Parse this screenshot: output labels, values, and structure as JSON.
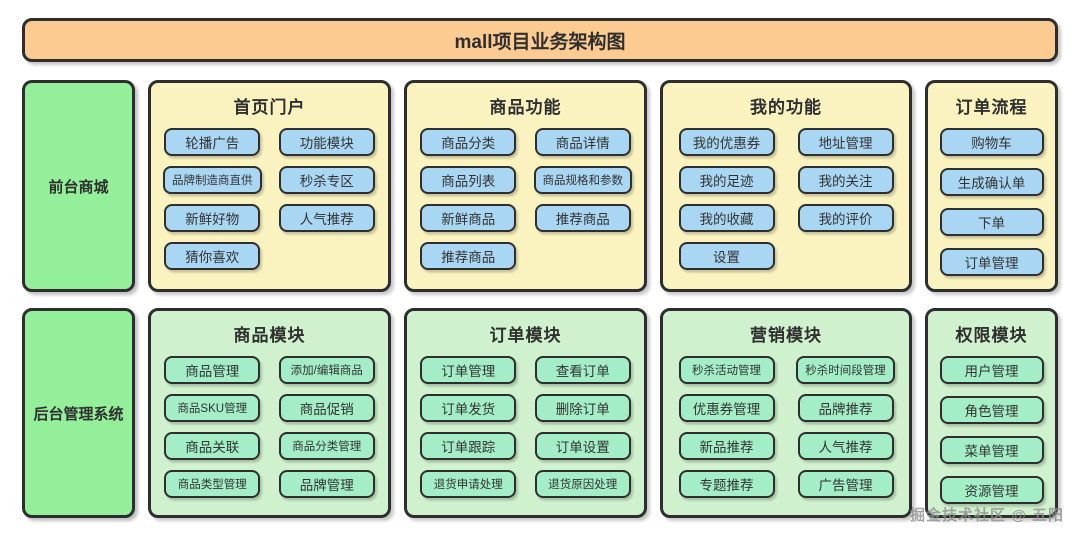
{
  "title": "mall项目业务架构图",
  "watermark": "掘金技术社区 @ 五阳",
  "colors": {
    "banner-bg": "#fbcb92",
    "front-section-bg": "#faf3c0",
    "front-node-bg": "#a9d6f2",
    "front-label-bg": "#94ef9b",
    "back-section-bg": "#cff1cd",
    "back-node-bg": "#a3eec6",
    "border": "#2e2e2e",
    "text": "#3a3a3a",
    "watermark": "#8f8f8f"
  },
  "rows": [
    {
      "label": "前台商城",
      "theme": "front",
      "sections": [
        {
          "title": "首页门户",
          "columns": [
            [
              "轮播广告",
              "品牌制造商直供",
              "新鲜好物",
              "猜你喜欢"
            ],
            [
              "功能模块",
              "秒杀专区",
              "人气推荐"
            ]
          ]
        },
        {
          "title": "商品功能",
          "columns": [
            [
              "商品分类",
              "商品列表",
              "新鲜商品",
              "推荐商品"
            ],
            [
              "商品详情",
              "商品规格和参数",
              "推荐商品"
            ]
          ]
        },
        {
          "title": "我的功能",
          "columns": [
            [
              "我的优惠券",
              "我的足迹",
              "我的收藏",
              "设置"
            ],
            [
              "地址管理",
              "我的关注",
              "我的评价"
            ]
          ]
        },
        {
          "title": "订单流程",
          "columns": [
            [
              "购物车",
              "生成确认单",
              "下单",
              "订单管理"
            ]
          ]
        }
      ]
    },
    {
      "label": "后台管理系统",
      "theme": "back",
      "sections": [
        {
          "title": "商品模块",
          "columns": [
            [
              "商品管理",
              "商品SKU管理",
              "商品关联",
              "商品类型管理"
            ],
            [
              "添加/编辑商品",
              "商品促销",
              "商品分类管理",
              "品牌管理"
            ]
          ]
        },
        {
          "title": "订单模块",
          "columns": [
            [
              "订单管理",
              "订单发货",
              "订单跟踪",
              "退货申请处理"
            ],
            [
              "查看订单",
              "删除订单",
              "订单设置",
              "退货原因处理"
            ]
          ]
        },
        {
          "title": "营销模块",
          "columns": [
            [
              "秒杀活动管理",
              "优惠券管理",
              "新品推荐",
              "专题推荐"
            ],
            [
              "秒杀时间段管理",
              "品牌推荐",
              "人气推荐",
              "广告管理"
            ]
          ]
        },
        {
          "title": "权限模块",
          "columns": [
            [
              "用户管理",
              "角色管理",
              "菜单管理",
              "资源管理"
            ]
          ]
        }
      ]
    }
  ]
}
